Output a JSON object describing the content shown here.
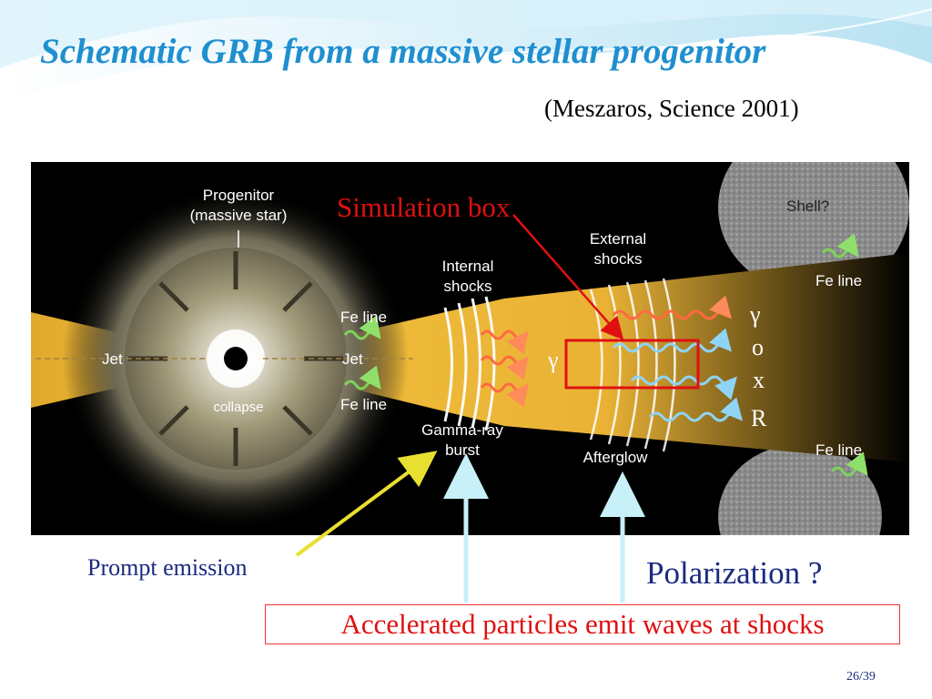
{
  "slide": {
    "title": "Schematic GRB from a massive stellar progenitor",
    "citation": "(Meszaros, Science 2001)",
    "page_number": "26/39"
  },
  "diagram": {
    "labels": {
      "progenitor_line1": "Progenitor",
      "progenitor_line2": "(massive star)",
      "jet_left": "Jet",
      "jet_right": "Jet",
      "collapse": "collapse",
      "fe_line_top": "Fe line",
      "fe_line_bottom": "Fe line",
      "internal_shocks_line1": "Internal",
      "internal_shocks_line2": "shocks",
      "external_shocks_line1": "External",
      "external_shocks_line2": "shocks",
      "gamma_ray_burst_line1": "Gamma-ray",
      "gamma_ray_burst_line2": "burst",
      "afterglow": "Afterglow",
      "shell": "Shell?",
      "fe_line_shell_top": "Fe line",
      "fe_line_shell_bottom": "Fe line",
      "gamma_mid": "γ",
      "band_gamma": "γ",
      "band_o": "o",
      "band_x": "x",
      "band_r": "R"
    },
    "simulation_box_label": "Simulation box"
  },
  "annotations": {
    "prompt_emission": "Prompt emission",
    "polarization": "Polarization ?",
    "accelerated_particles": "Accelerated particles emit waves at shocks"
  },
  "colors": {
    "title": "#1f8fd0",
    "annotation_text": "#1a2a80",
    "highlight_red": "#e01010",
    "jet_yellow": "#e8b430",
    "arrow_yellow": "#e8e030",
    "arrow_cyan": "#c8f0f8"
  }
}
